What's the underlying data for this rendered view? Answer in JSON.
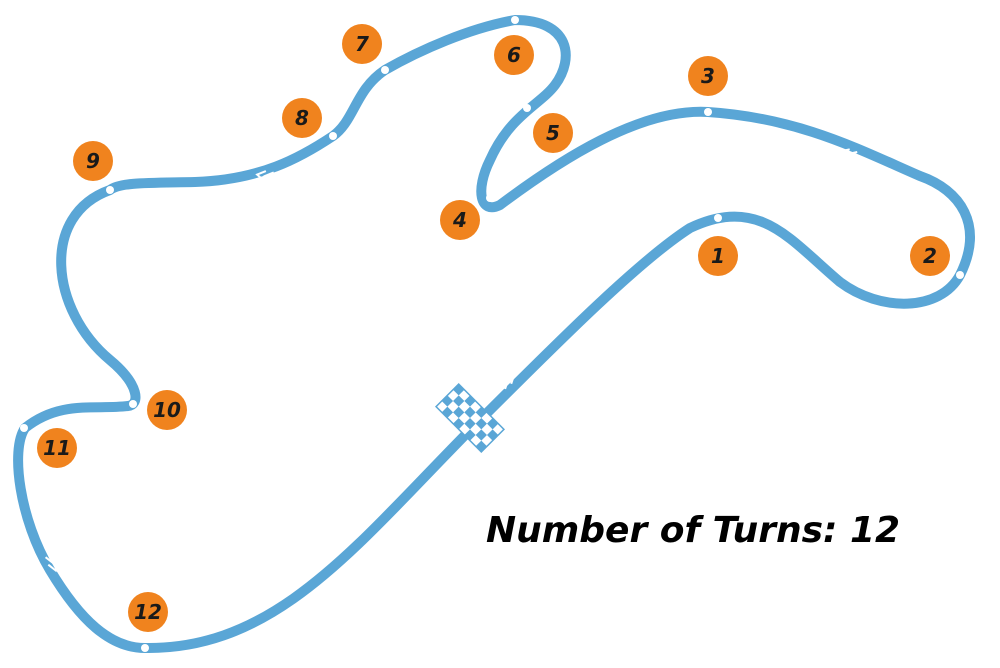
{
  "title": "Number of Turns: 12",
  "colors": {
    "track": "#5aa6d6",
    "turn_marker": "#f0831e",
    "turn_text": "#1a1a1a",
    "track_dot": "#ffffff",
    "flag_blue": "#5aa6d6"
  },
  "turns": [
    {
      "label": "1"
    },
    {
      "label": "2"
    },
    {
      "label": "3"
    },
    {
      "label": "4"
    },
    {
      "label": "5"
    },
    {
      "label": "6"
    },
    {
      "label": "7"
    },
    {
      "label": "8"
    },
    {
      "label": "9"
    },
    {
      "label": "10"
    },
    {
      "label": "11"
    },
    {
      "label": "12"
    }
  ],
  "icons": [
    "direction-arrow-icon",
    "checkered-flag-icon"
  ]
}
